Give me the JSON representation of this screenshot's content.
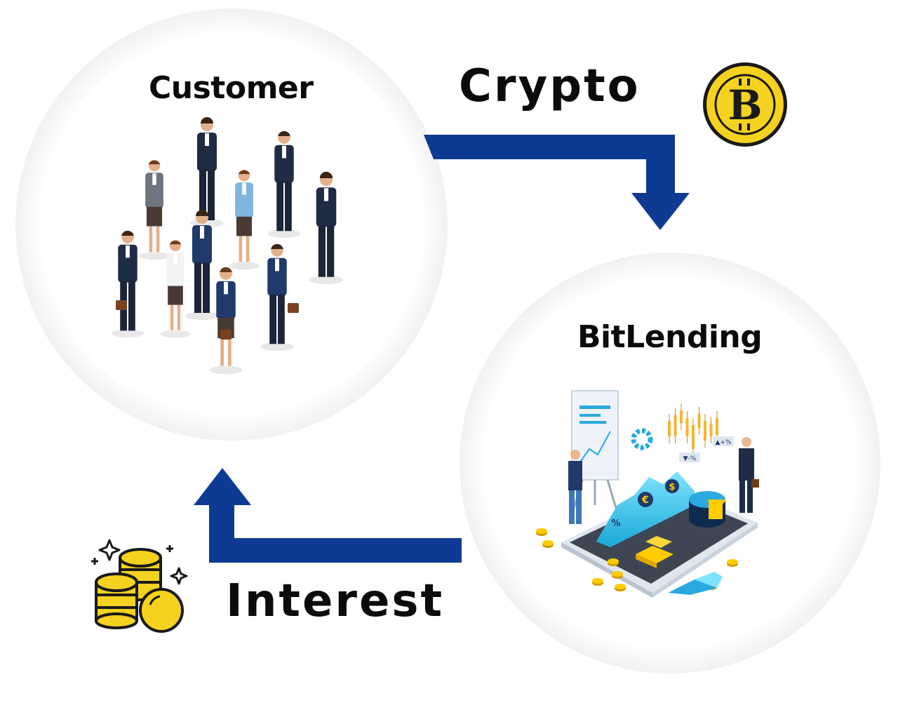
{
  "nodes": {
    "customer": {
      "label": "Customer"
    },
    "bitlending": {
      "label": "BitLending"
    }
  },
  "flows": {
    "crypto": {
      "label": "Crypto"
    },
    "interest": {
      "label": "Interest"
    }
  },
  "icons": {
    "bitcoin_coin": "bitcoin-coin-icon",
    "coin_stack": "coin-stack-icon",
    "people": "customer-group-illustration",
    "platform": "lending-platform-illustration"
  },
  "colors": {
    "arrow": "#0d3b94",
    "coin_gold": "#f4d21f",
    "coin_outline": "#1a1a1a",
    "text": "#0b0b0b"
  }
}
